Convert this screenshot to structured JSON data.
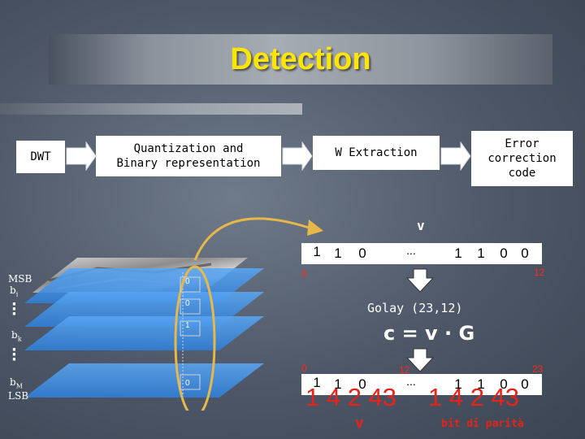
{
  "title": "Detection",
  "pipeline": {
    "dwt": "DWT",
    "quantization_line1": "Quantization and",
    "quantization_line2": "Binary representation",
    "w_extraction": "W Extraction",
    "ecc_line1": "Error",
    "ecc_line2": "correction",
    "ecc_line3": "code"
  },
  "colors": {
    "title": "#ffe600",
    "red": "#e8231a",
    "plane_blue": "#3f90e8",
    "ellipse": "#e6b84a"
  },
  "v_label": "v",
  "top_row": {
    "bits": [
      "1",
      "1",
      "0",
      "...",
      "1",
      "1",
      "0",
      "0"
    ],
    "index_start": "0",
    "index_end": "12"
  },
  "golay": "Golay (23,12)",
  "formula": "c = v · G",
  "bottom_row": {
    "bits": [
      "1",
      "1",
      "0",
      "...",
      "1",
      "1",
      "0",
      "0"
    ],
    "index_start": "0",
    "index_mid": "12",
    "index_end": "23"
  },
  "red_numbers": {
    "left": "1 4 2  43",
    "right": "1 4 2  43"
  },
  "red_labels": {
    "v": "v",
    "parity": "bit di parità"
  },
  "bitplanes": {
    "msb": "MSB",
    "b_i": "b",
    "b_i_sub": "i",
    "b_k": "b",
    "b_k_sub": "k",
    "b_m": "b",
    "b_m_sub": "M",
    "lsb": "LSB",
    "plane_values": [
      "0",
      "0",
      "1",
      "0"
    ]
  }
}
